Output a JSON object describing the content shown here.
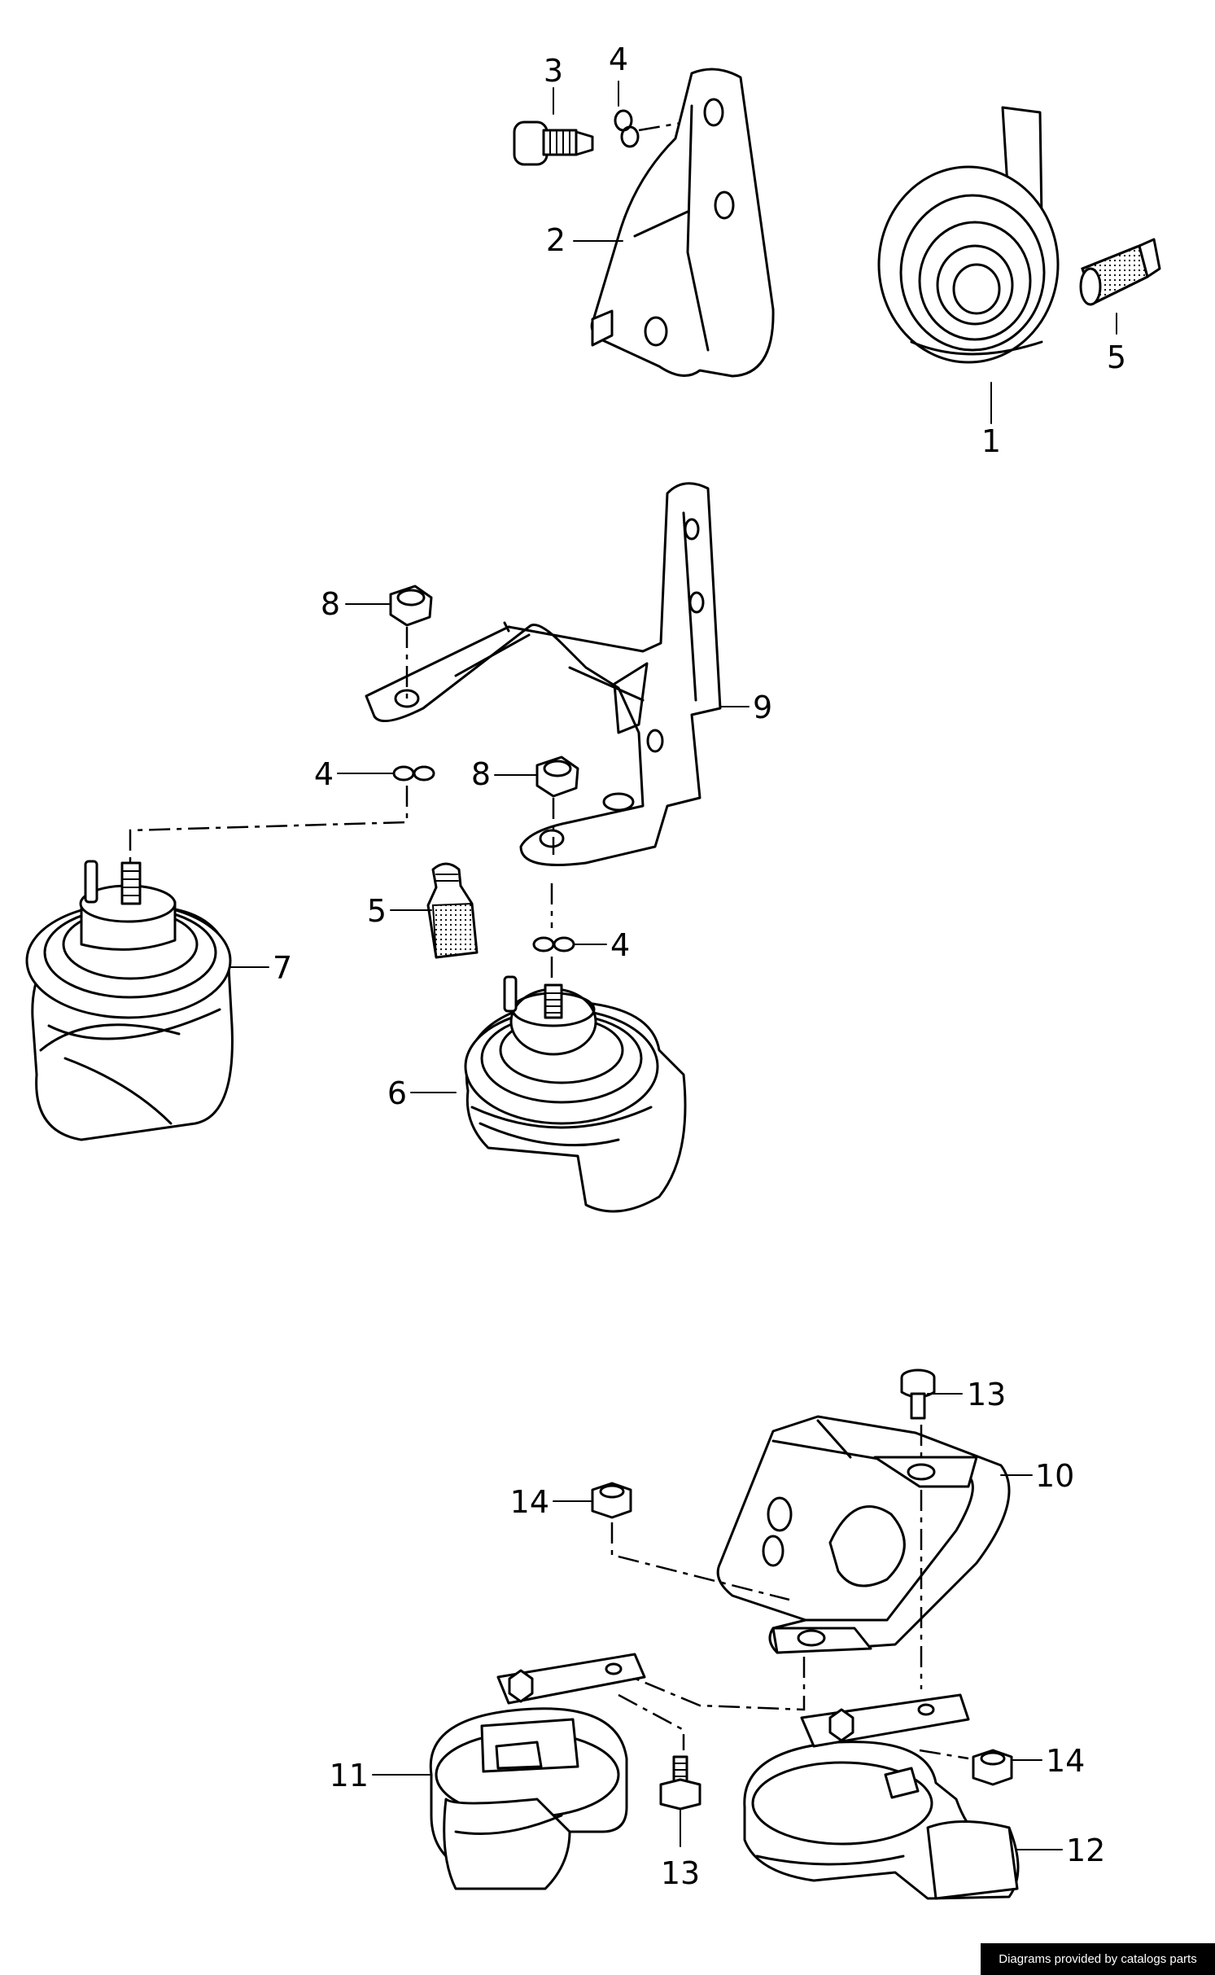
{
  "diagram": {
    "part_numbers": [
      "1",
      "2",
      "3",
      "4",
      "5",
      "6",
      "7",
      "8",
      "9",
      "10",
      "11",
      "12",
      "13",
      "14"
    ]
  },
  "callouts": {
    "top_1": "1",
    "top_2": "2",
    "top_3": "3",
    "top_4": "4",
    "top_5": "5",
    "mid_4a": "4",
    "mid_4b": "4",
    "mid_5": "5",
    "mid_6": "6",
    "mid_7": "7",
    "mid_8a": "8",
    "mid_8b": "8",
    "mid_9": "9",
    "bot_10": "10",
    "bot_11": "11",
    "bot_12": "12",
    "bot_13a": "13",
    "bot_13b": "13",
    "bot_14a": "14",
    "bot_14b": "14"
  },
  "footer": {
    "credit": "Diagrams provided by catalogs parts"
  }
}
